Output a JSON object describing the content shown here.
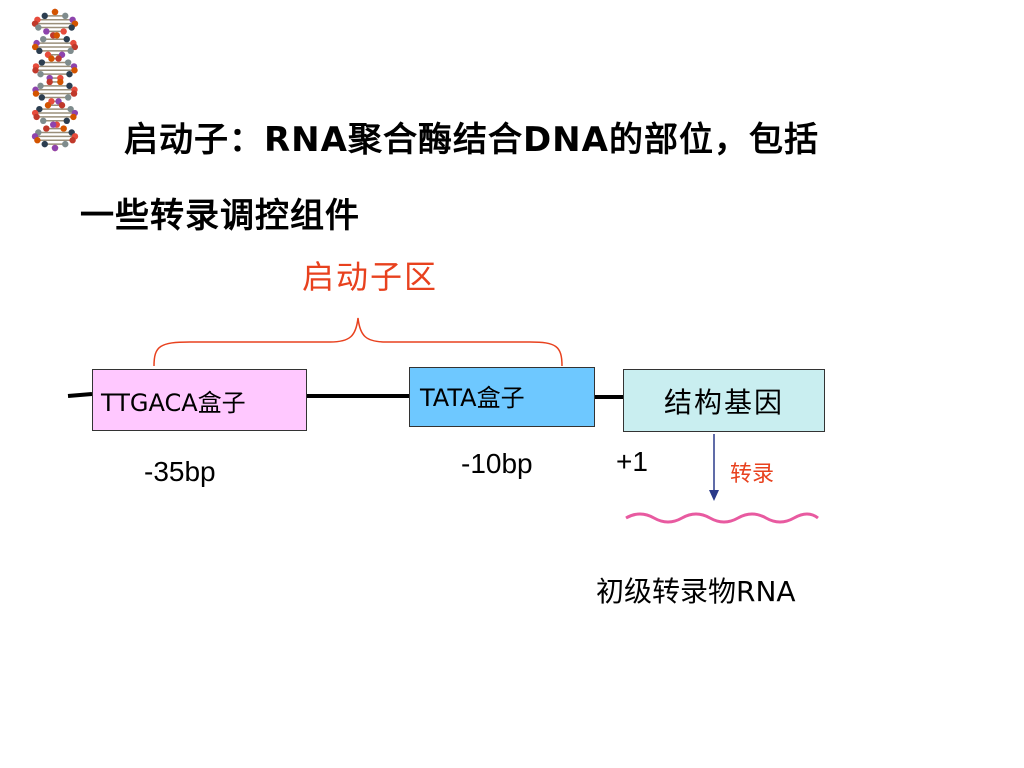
{
  "slide": {
    "title_line_1": "启动子：RNA聚合酶结合DNA的部位，包括",
    "title_line_2": "一些转录调控组件"
  },
  "diagram": {
    "promoter_region_label": "启动子区",
    "boxes": {
      "ttgaca": "TTGACA盒子",
      "tata": "TATA盒子",
      "structural_gene": "结构基因"
    },
    "positions": {
      "minus_35": "-35bp",
      "minus_10": "-10bp",
      "plus_1": "+1"
    },
    "transcription_label": "转录",
    "primary_transcript_label": "初级转录物RNA"
  },
  "colors": {
    "accent_red": "#e8411e",
    "ttgaca_fill": "#ffc8ff",
    "tata_fill": "#6ec8ff",
    "gene_fill": "#c9eef0",
    "rna_wave": "#e85aa0",
    "arrow": "#2a3a8a"
  },
  "icons": {
    "decorative": "dna-double-helix-icon"
  }
}
